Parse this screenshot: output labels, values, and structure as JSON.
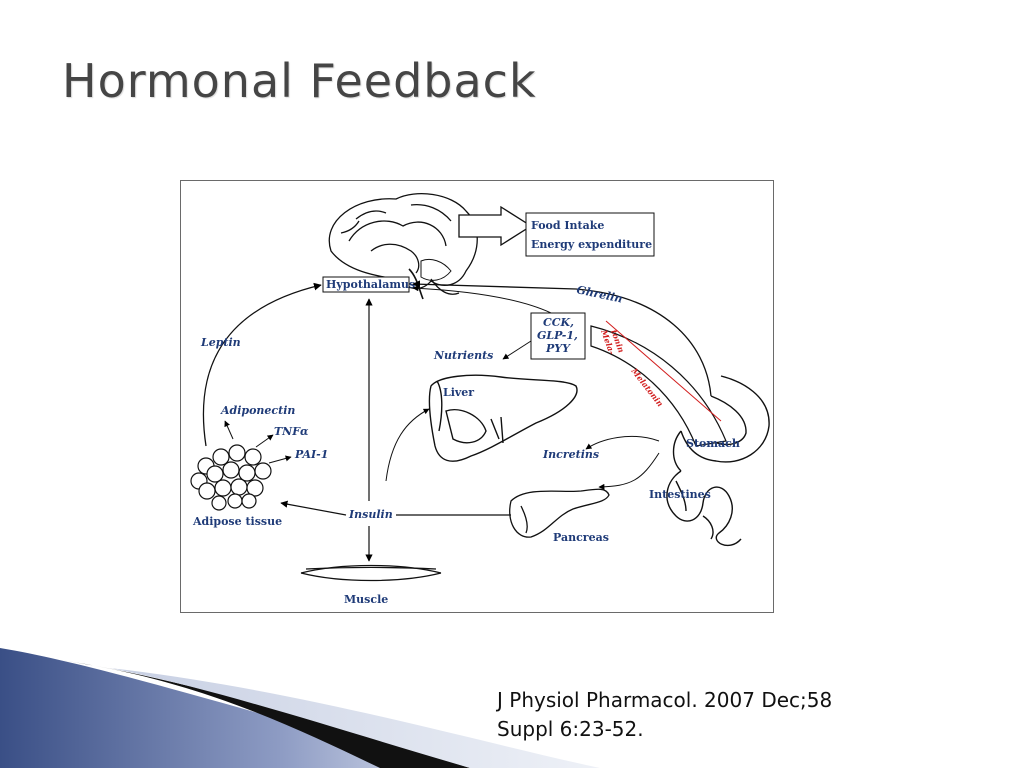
{
  "slide": {
    "title": "Hormonal Feedback"
  },
  "diagram": {
    "labels": {
      "food_intake": "Food Intake",
      "energy_expenditure": "Energy expenditure",
      "hypothalamus": "Hypothalamus",
      "ghrelin": "Ghrelin",
      "cck": "CCK,",
      "glp1": "GLP-1,",
      "pyy": "PYY",
      "melatonin_top": "Mela-",
      "melatonin_bottom": "tonin",
      "melatonin": "Melatonin",
      "leptin": "Leptin",
      "nutrients": "Nutrients",
      "liver": "Liver",
      "adiponectin": "Adiponectin",
      "tnfa": "TNFα",
      "pai1": "PAI-1",
      "stomach": "Stomach",
      "incretins": "Incretins",
      "intestines": "Intestines",
      "adipose_tissue": "Adipose tissue",
      "insulin": "Insulin",
      "pancreas": "Pancreas",
      "muscle": "Muscle"
    }
  },
  "citation": {
    "line1": "J Physiol Pharmacol. 2007 Dec;58",
    "line2": "Suppl 6:23-52."
  },
  "colors": {
    "label_blue": "#1f3b78",
    "melatonin_red": "#d21e1e",
    "title_gray": "#454545"
  }
}
